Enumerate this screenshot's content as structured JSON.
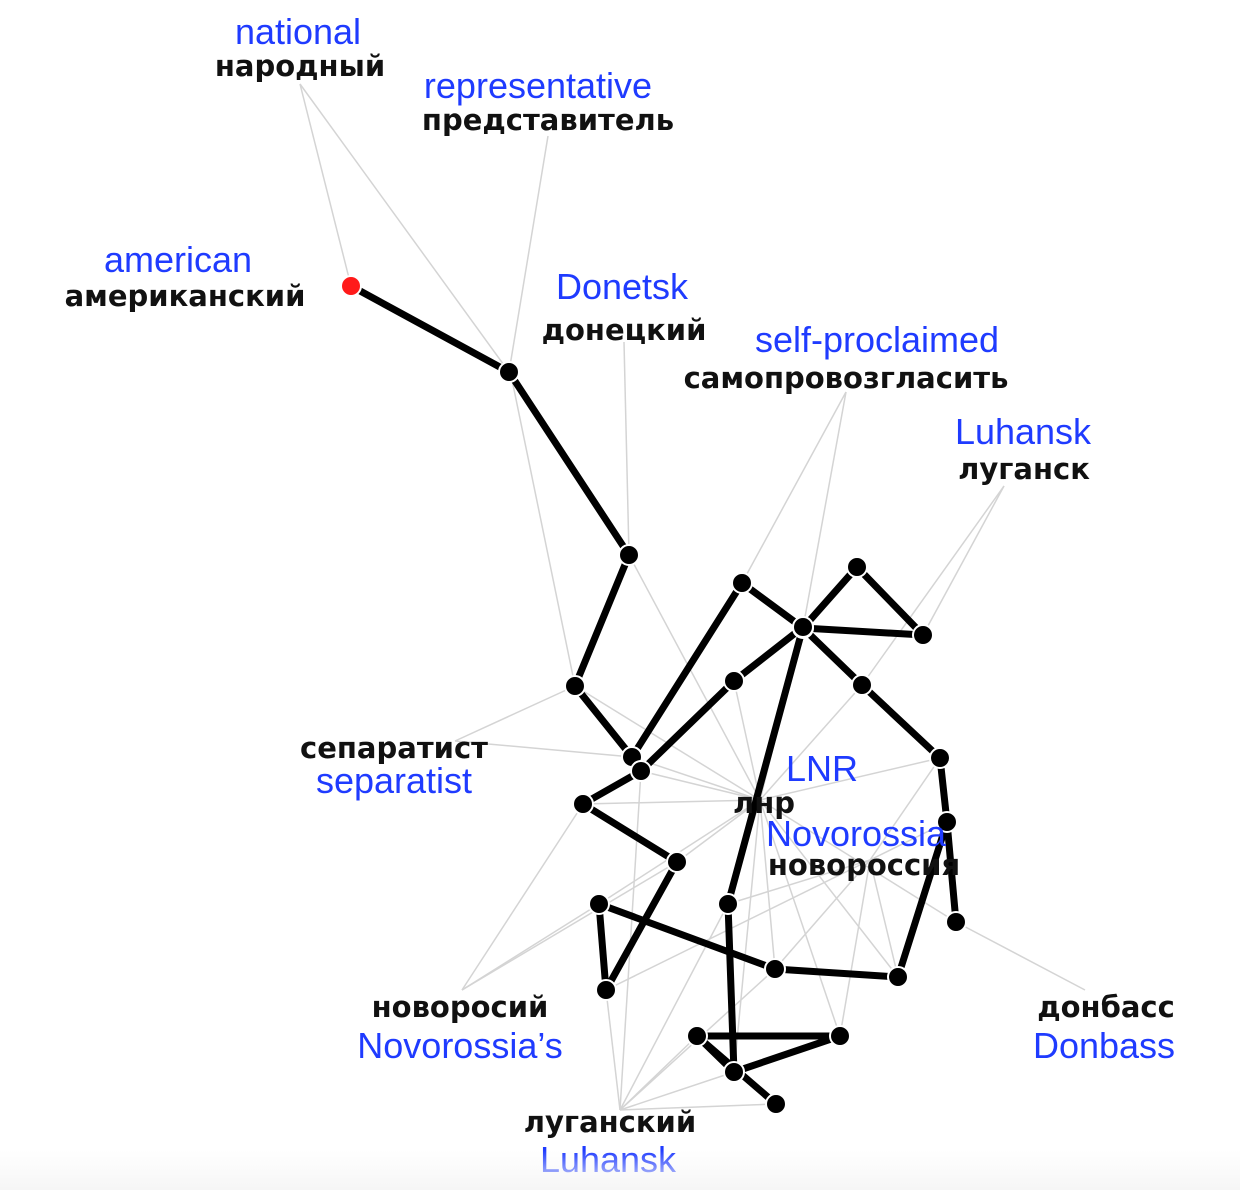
{
  "diagram": {
    "labels": [
      {
        "id": "national",
        "en": "national",
        "ru": "народный"
      },
      {
        "id": "representative",
        "en": "representative",
        "ru": "представитель"
      },
      {
        "id": "american",
        "en": "american",
        "ru": "американский"
      },
      {
        "id": "donetsk",
        "en": "Donetsk",
        "ru": "донецкий"
      },
      {
        "id": "self-proclaimed",
        "en": "self-proclaimed",
        "ru": "самопровозгласить"
      },
      {
        "id": "luhansk-city",
        "en": "Luhansk",
        "ru": "луганск"
      },
      {
        "id": "separatist",
        "en": "separatist",
        "ru": "сепаратист"
      },
      {
        "id": "lnr",
        "en": "LNR",
        "ru": "лнр"
      },
      {
        "id": "novorossia",
        "en": "Novorossia",
        "ru": "новороссия"
      },
      {
        "id": "novorossias",
        "en": "Novorossia’s",
        "ru": "новоросий"
      },
      {
        "id": "donbass",
        "en": "Donbass",
        "ru": "донбасс"
      },
      {
        "id": "luhansk-adj",
        "en": "Luhansk",
        "ru": "луганский"
      }
    ],
    "colors": {
      "path": "#000000",
      "node": "#000000",
      "start_node": "#ff1a1a",
      "link": "#d4d4d4",
      "english": "#1f3bff",
      "russian": "#111111"
    }
  }
}
